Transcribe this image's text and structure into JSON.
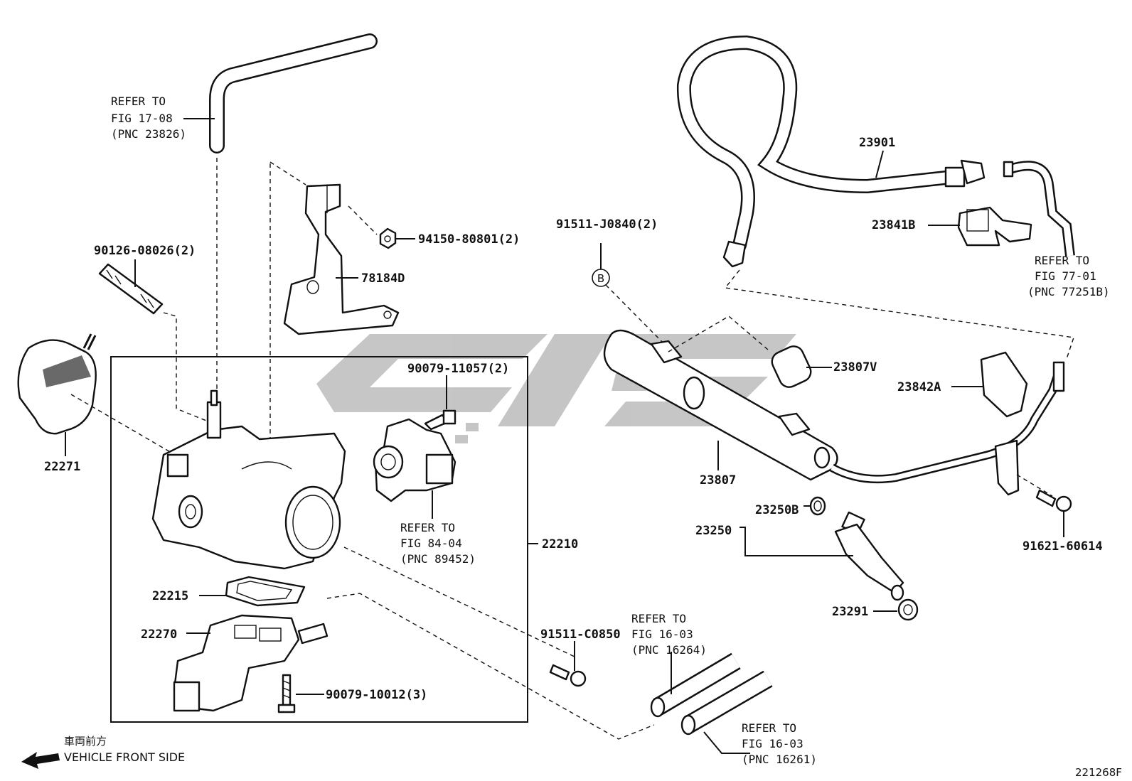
{
  "diagram_id": "221268F",
  "front_side": {
    "label_jp": "車両前方",
    "label_en": "VEHICLE FRONT SIDE"
  },
  "watermark_text": "",
  "parts": [
    {
      "id": "22271",
      "label": "22271"
    },
    {
      "id": "90126-08026",
      "label": "90126-08026(2)"
    },
    {
      "id": "78184D",
      "label": "78184D"
    },
    {
      "id": "94150-80801",
      "label": "94150-80801(2)"
    },
    {
      "id": "90079-11057",
      "label": "90079-11057(2)"
    },
    {
      "id": "22210",
      "label": "22210"
    },
    {
      "id": "22215",
      "label": "22215"
    },
    {
      "id": "22270",
      "label": "22270"
    },
    {
      "id": "90079-10012",
      "label": "90079-10012(3)"
    },
    {
      "id": "91511-C0850",
      "label": "91511-C0850"
    },
    {
      "id": "91511-J0840",
      "label": "91511-J0840(2)"
    },
    {
      "id": "23901",
      "label": "23901"
    },
    {
      "id": "23841B",
      "label": "23841B"
    },
    {
      "id": "23807V",
      "label": "23807V"
    },
    {
      "id": "23842A",
      "label": "23842A"
    },
    {
      "id": "23807",
      "label": "23807"
    },
    {
      "id": "23250B",
      "label": "23250B"
    },
    {
      "id": "23250",
      "label": "23250"
    },
    {
      "id": "23291",
      "label": "23291"
    },
    {
      "id": "91621-60614",
      "label": "91621-60614"
    }
  ],
  "callout_marker": "B",
  "references": [
    {
      "id": "ref-17-08",
      "lines": [
        "REFER TO",
        "FIG 17-08",
        "(PNC 23826)"
      ]
    },
    {
      "id": "ref-84-04",
      "lines": [
        "REFER TO",
        "FIG 84-04",
        "(PNC 89452)"
      ]
    },
    {
      "id": "ref-77-01",
      "lines": [
        "REFER TO",
        "FIG 77-01",
        "(PNC 77251B)"
      ]
    },
    {
      "id": "ref-16-03a",
      "lines": [
        "REFER TO",
        "FIG 16-03",
        "(PNC 16264)"
      ]
    },
    {
      "id": "ref-16-03b",
      "lines": [
        "REFER TO",
        "FIG 16-03",
        "(PNC 16261)"
      ]
    }
  ]
}
